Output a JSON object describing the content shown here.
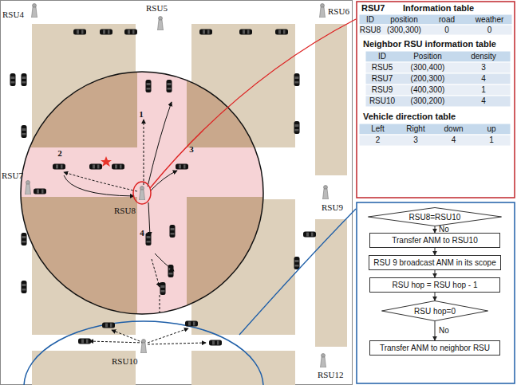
{
  "diagram": {
    "nodes": [
      {
        "text": [
          "RSU8=RSU10"
        ]
      },
      {
        "text": [
          "Transfer ANM to RSU10"
        ]
      },
      {
        "text": [
          "RSU 9 broadcast ANM in its scope"
        ]
      },
      {
        "text": [
          "RSU hop = RSU hop - 1"
        ]
      },
      {
        "text": [
          "RSU hop=0"
        ]
      },
      {
        "text": [
          "Transfer ANM to neighbor RSU"
        ]
      }
    ],
    "edges": [
      {
        "from": 0,
        "to": 1,
        "arrow": "to",
        "label": "No"
      },
      {
        "from": 1,
        "to": 2,
        "arrow": "to"
      },
      {
        "from": 2,
        "to": 3,
        "arrow": "to"
      },
      {
        "from": 3,
        "to": 4,
        "arrow": "to"
      },
      {
        "from": 4,
        "to": 5,
        "arrow": "to",
        "label": "No"
      }
    ],
    "labels": [
      "RSU4",
      "RSU5",
      "RSU6",
      "RSU7",
      "RSU8",
      "RSU9",
      "RSU10",
      "RSU12",
      "1",
      "2",
      "3",
      "4",
      "RSU7",
      "Information table",
      "ID",
      "position",
      "road",
      "weather",
      "RSU8",
      "(300,300)",
      "0",
      "0",
      "Neighbor RSU information table",
      "ID",
      "Position",
      "density",
      "RSU5",
      "(300,400)",
      "3",
      "RSU7",
      "(200,300)",
      "4",
      "RSU9",
      "(400,300)",
      "1",
      "RSU10",
      "(300,200)",
      "4",
      "Vehicle direction table",
      "Left",
      "Right",
      "down",
      "up",
      "2",
      "3",
      "4",
      "1"
    ]
  }
}
